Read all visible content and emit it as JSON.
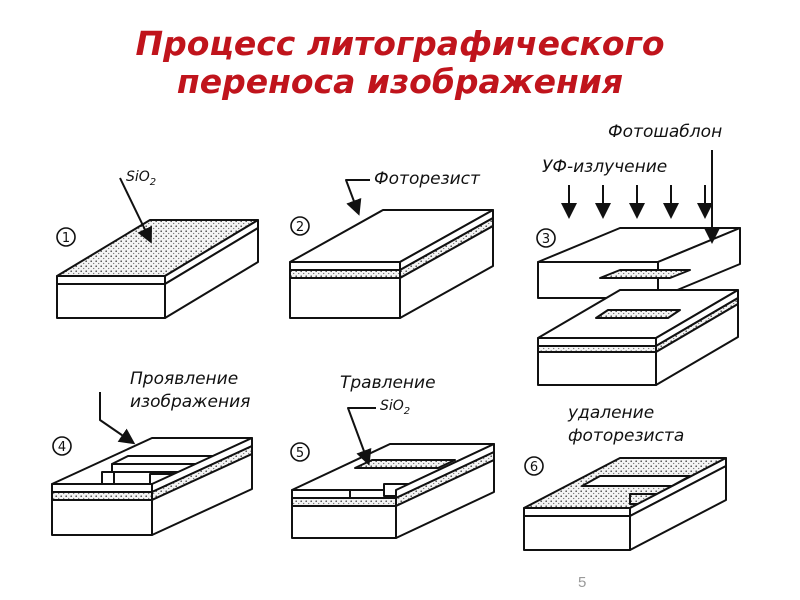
{
  "title": {
    "line1": "Процесс литографического",
    "line2": "переноса изображения"
  },
  "steps": [
    {
      "number": "1",
      "label_line1": "SiO",
      "label_sub": "2",
      "label_line2": ""
    },
    {
      "number": "2",
      "label_line1": "Фоторезист",
      "label_sub": "",
      "label_line2": ""
    },
    {
      "number": "3",
      "label_line1": "УФ-излучение",
      "label_sub": "",
      "label_line2": "Фотошаблон"
    },
    {
      "number": "4",
      "label_line1": "Проявление",
      "label_sub": "",
      "label_line2": "изображения"
    },
    {
      "number": "5",
      "label_line1": "Травление",
      "label_sub": "",
      "label_line2": "SiO",
      "label_line2_sub": "2"
    },
    {
      "number": "6",
      "label_line1": "удаление",
      "label_sub": "",
      "label_line2": "фоторезиста"
    }
  ],
  "page_number": "5",
  "colors": {
    "title": "#c0141c",
    "ink": "#111111",
    "page_number": "#9a9a9a"
  }
}
